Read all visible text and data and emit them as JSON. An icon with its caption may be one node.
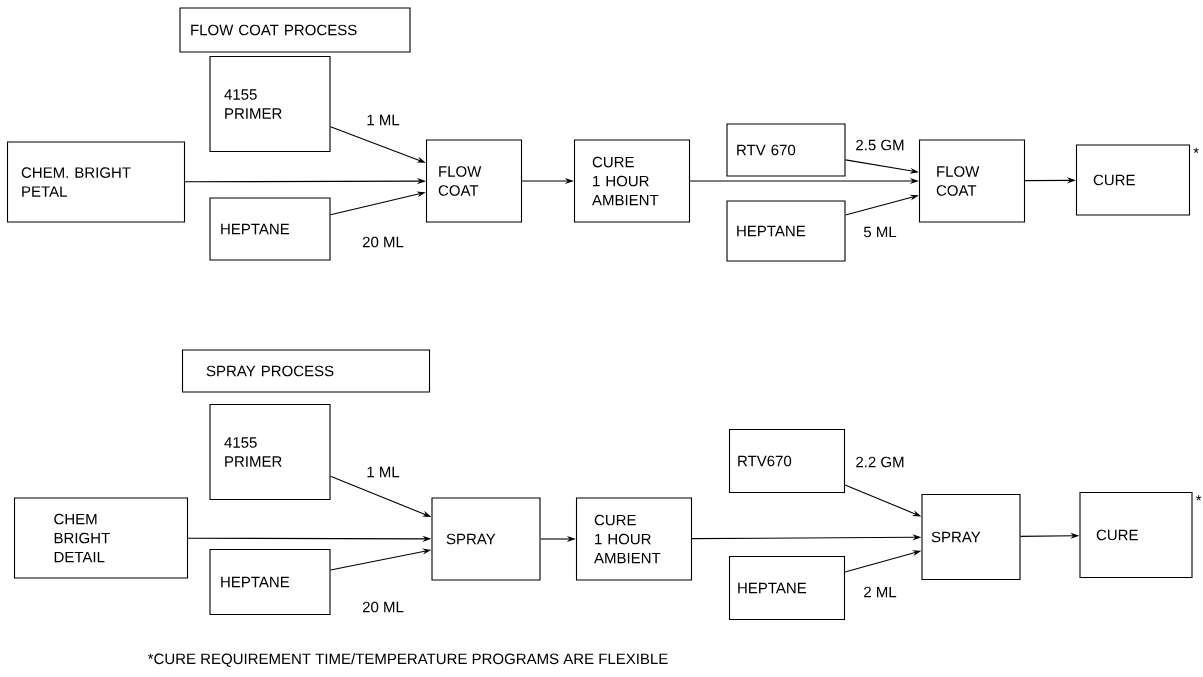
{
  "diagram": {
    "nodes": [
      {
        "text": [
          "FLOW COAT PROCESS"
        ]
      },
      {
        "text": [
          "4155 PRIMER"
        ]
      },
      {
        "text": [
          "CHEM. BRIGHT PETAL"
        ]
      },
      {
        "text": [
          "HEPTANE"
        ]
      },
      {
        "text": [
          "FLOW COAT"
        ]
      },
      {
        "text": [
          "CURE",
          "1 HOUR AMBIENT"
        ]
      },
      {
        "text": [
          "RTV 670"
        ]
      },
      {
        "text": [
          "HEPTANE"
        ]
      },
      {
        "text": [
          "FLOW COAT"
        ]
      },
      {
        "text": [
          "CURE"
        ],
        "beside": [
          "*"
        ]
      },
      {
        "text": [
          "SPRAY PROCESS"
        ]
      },
      {
        "text": [
          "4155 PRIMER"
        ]
      },
      {
        "text": [
          "CHEM BRIGHT DETAIL"
        ]
      },
      {
        "text": [
          "HEPTANE"
        ]
      },
      {
        "text": [
          "SPRAY"
        ]
      },
      {
        "text": [
          "CURE",
          "1 HOUR AMBIENT"
        ]
      },
      {
        "text": [
          "RTV670"
        ]
      },
      {
        "text": [
          "HEPTANE"
        ]
      },
      {
        "text": [
          "SPRAY"
        ]
      },
      {
        "text": [
          "CURE"
        ],
        "beside": [
          "*"
        ]
      }
    ],
    "edges": [
      {
        "from": 1,
        "to": 4,
        "arrow": "to",
        "label": "1 ML"
      },
      {
        "from": 2,
        "to": 4,
        "arrow": "to"
      },
      {
        "from": 3,
        "to": 4,
        "arrow": "to",
        "label": "20 ML"
      },
      {
        "from": 4,
        "to": 5,
        "arrow": "to"
      },
      {
        "from": 5,
        "to": 8,
        "arrow": "to"
      },
      {
        "from": 6,
        "to": 8,
        "arrow": "to",
        "label": "2.5 GM"
      },
      {
        "from": 7,
        "to": 8,
        "arrow": "to",
        "label": "5 ML"
      },
      {
        "from": 8,
        "to": 9,
        "arrow": "to"
      },
      {
        "from": 11,
        "to": 14,
        "arrow": "to",
        "label": "1 ML"
      },
      {
        "from": 12,
        "to": 14,
        "arrow": "to"
      },
      {
        "from": 13,
        "to": 14,
        "arrow": "to",
        "label": "20 ML"
      },
      {
        "from": 14,
        "to": 15,
        "arrow": "to"
      },
      {
        "from": 15,
        "to": 18,
        "arrow": "to"
      },
      {
        "from": 16,
        "to": 18,
        "arrow": "to",
        "label": "2.2 GM"
      },
      {
        "from": 17,
        "to": 18,
        "arrow": "to",
        "label": "2 ML"
      },
      {
        "from": 18,
        "to": 19,
        "arrow": "to"
      }
    ],
    "labels": [
      "*CURE REQUIREMENT TIME/TEMPERATURE PROGRAMS ARE FLEXIBLE"
    ]
  }
}
